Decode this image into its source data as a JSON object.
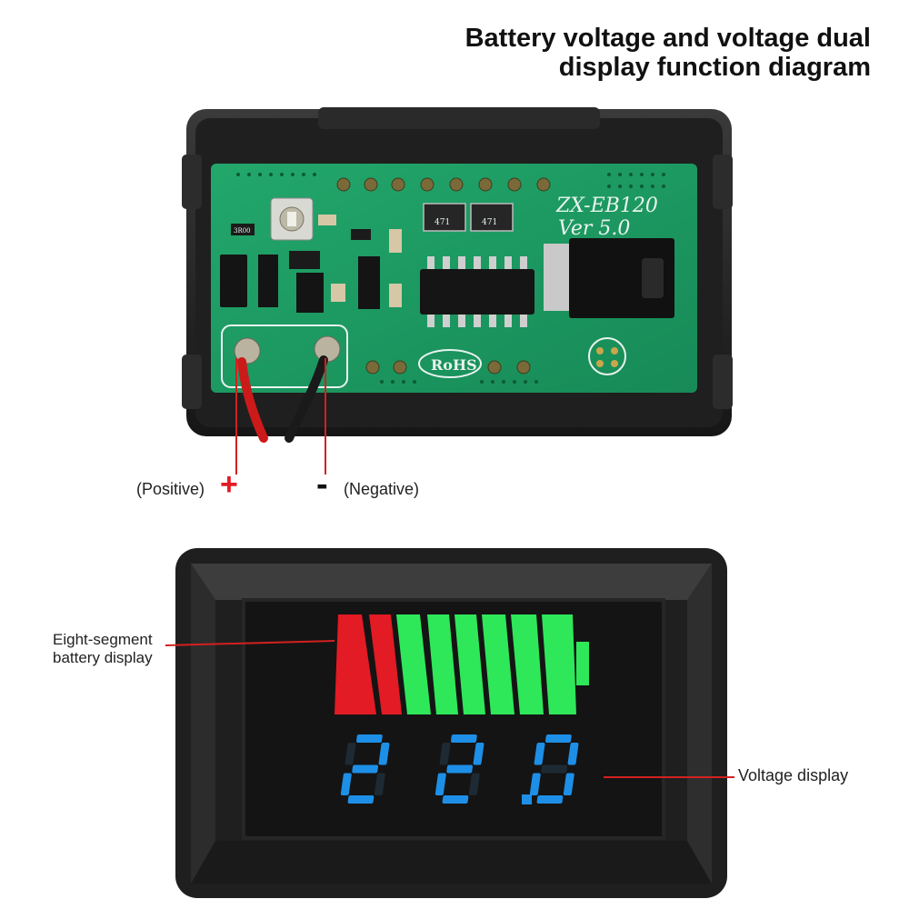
{
  "title": {
    "line1": "Battery voltage and voltage dual",
    "line2": "display function diagram"
  },
  "pcb": {
    "model": "ZX-EB120",
    "version": "Ver 5.0",
    "rohs": "RoHS",
    "resistor_a": "471",
    "resistor_b": "471",
    "small_code": "3R00"
  },
  "terminals": {
    "positive_label": "(Positive)",
    "positive_symbol": "+",
    "negative_symbol": "-",
    "negative_label": "(Negative)"
  },
  "display": {
    "battery_label_line1": "Eight-segment",
    "battery_label_line2": "battery display",
    "voltage_label": "Voltage display",
    "voltage_value": "22.0",
    "battery_segments": 8,
    "red_segments": 2,
    "green_segments": 6
  },
  "colors": {
    "red": "#e21b24",
    "green": "#2ee85a",
    "digit_blue": "#1e8fe6",
    "pcb_green": "#1d9b63",
    "wire_red": "#cc1a1a",
    "pointer_red": "#d42020"
  }
}
